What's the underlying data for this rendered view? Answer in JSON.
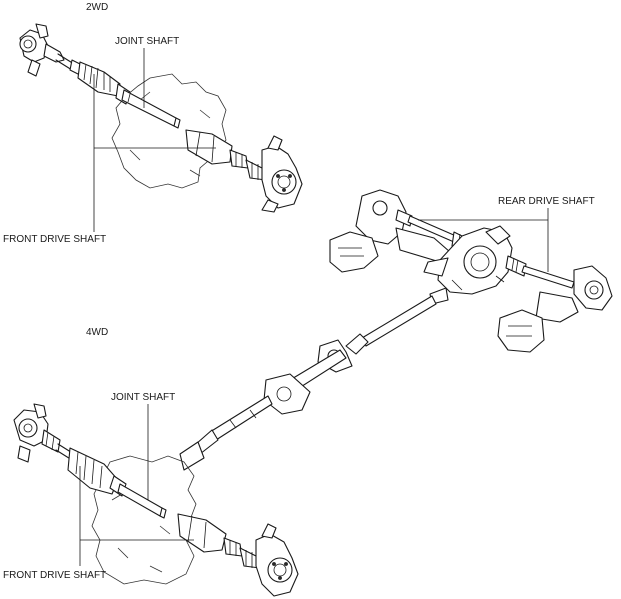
{
  "labels": {
    "section_2wd": "2WD",
    "section_4wd": "4WD",
    "joint_shaft_2wd": "JOINT SHAFT",
    "front_drive_shaft_2wd": "FRONT DRIVE SHAFT",
    "rear_drive_shaft": "REAR DRIVE SHAFT",
    "joint_shaft_4wd": "JOINT SHAFT",
    "front_drive_shaft_4wd": "FRONT DRIVE SHAFT"
  }
}
